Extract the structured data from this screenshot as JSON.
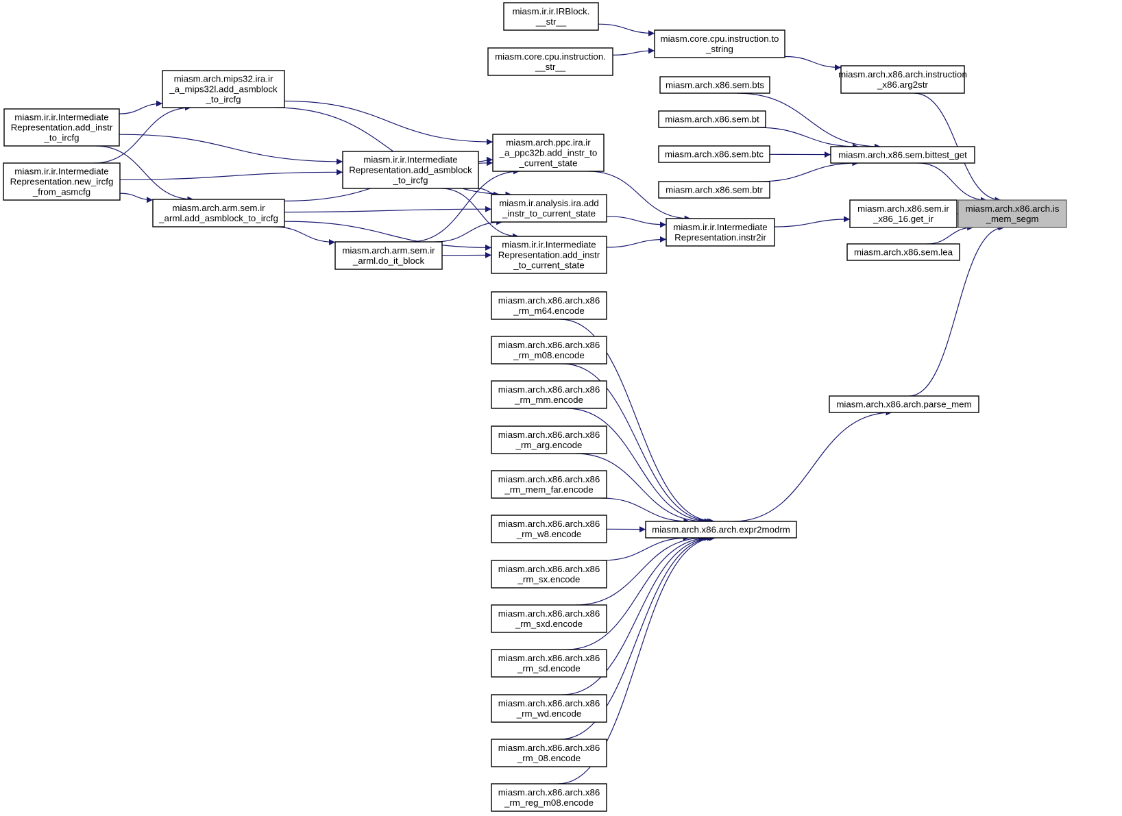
{
  "nodes": [
    {
      "id": "root",
      "lines": [
        "miasm.arch.x86.arch.is",
        "_mem_segm"
      ],
      "root": true
    },
    {
      "id": "irblock_str",
      "lines": [
        "miasm.ir.ir.IRBlock.",
        "__str__"
      ]
    },
    {
      "id": "cpu_instr_str",
      "lines": [
        "miasm.core.cpu.instruction.",
        "__str__"
      ]
    },
    {
      "id": "cpu_to_string",
      "lines": [
        "miasm.core.cpu.instruction.to",
        "_string"
      ]
    },
    {
      "id": "x86_arg2str",
      "lines": [
        "miasm.arch.x86.arch.instruction",
        "_x86.arg2str"
      ]
    },
    {
      "id": "sem_bts",
      "lines": [
        "miasm.arch.x86.sem.bts"
      ]
    },
    {
      "id": "sem_bt",
      "lines": [
        "miasm.arch.x86.sem.bt"
      ]
    },
    {
      "id": "sem_btc",
      "lines": [
        "miasm.arch.x86.sem.btc"
      ]
    },
    {
      "id": "sem_btr",
      "lines": [
        "miasm.arch.x86.sem.btr"
      ]
    },
    {
      "id": "bittest_get",
      "lines": [
        "miasm.arch.x86.sem.bittest_get"
      ]
    },
    {
      "id": "get_ir",
      "lines": [
        "miasm.arch.x86.sem.ir",
        "_x86_16.get_ir"
      ]
    },
    {
      "id": "sem_lea",
      "lines": [
        "miasm.arch.x86.sem.lea"
      ]
    },
    {
      "id": "instr2ir",
      "lines": [
        "miasm.ir.ir.Intermediate",
        "Representation.instr2ir"
      ]
    },
    {
      "id": "parse_mem",
      "lines": [
        "miasm.arch.x86.arch.parse_mem"
      ]
    },
    {
      "id": "expr2modrm",
      "lines": [
        "miasm.arch.x86.arch.expr2modrm"
      ]
    },
    {
      "id": "mips_add",
      "lines": [
        "miasm.arch.mips32.ira.ir",
        "_a_mips32l.add_asmblock",
        "_to_ircfg"
      ]
    },
    {
      "id": "ppc_add",
      "lines": [
        "miasm.arch.ppc.ira.ir",
        "_a_ppc32b.add_instr_to",
        "_current_state"
      ]
    },
    {
      "id": "ir_add_instr_ircfg",
      "lines": [
        "miasm.ir.ir.Intermediate",
        "Representation.add_instr",
        "_to_ircfg"
      ]
    },
    {
      "id": "ir_new_ircfg",
      "lines": [
        "miasm.ir.ir.Intermediate",
        "Representation.new_ircfg",
        "_from_asmcfg"
      ]
    },
    {
      "id": "ir_add_asmblock",
      "lines": [
        "miasm.ir.ir.Intermediate",
        "Representation.add_asmblock",
        "_to_ircfg"
      ]
    },
    {
      "id": "arm_add_asmblock",
      "lines": [
        "miasm.arch.arm.sem.ir",
        "_arml.add_asmblock_to_ircfg"
      ]
    },
    {
      "id": "ira_add_instr",
      "lines": [
        "miasm.ir.analysis.ira.add",
        "_instr_to_current_state"
      ]
    },
    {
      "id": "arm_do_it",
      "lines": [
        "miasm.arch.arm.sem.ir",
        "_arml.do_it_block"
      ]
    },
    {
      "id": "ir_add_instr_state",
      "lines": [
        "miasm.ir.ir.Intermediate",
        "Representation.add_instr",
        "_to_current_state"
      ]
    },
    {
      "id": "rm_m64",
      "lines": [
        "miasm.arch.x86.arch.x86",
        "_rm_m64.encode"
      ]
    },
    {
      "id": "rm_m08",
      "lines": [
        "miasm.arch.x86.arch.x86",
        "_rm_m08.encode"
      ]
    },
    {
      "id": "rm_mm",
      "lines": [
        "miasm.arch.x86.arch.x86",
        "_rm_mm.encode"
      ]
    },
    {
      "id": "rm_arg",
      "lines": [
        "miasm.arch.x86.arch.x86",
        "_rm_arg.encode"
      ]
    },
    {
      "id": "rm_mem_far",
      "lines": [
        "miasm.arch.x86.arch.x86",
        "_rm_mem_far.encode"
      ]
    },
    {
      "id": "rm_w8",
      "lines": [
        "miasm.arch.x86.arch.x86",
        "_rm_w8.encode"
      ]
    },
    {
      "id": "rm_sx",
      "lines": [
        "miasm.arch.x86.arch.x86",
        "_rm_sx.encode"
      ]
    },
    {
      "id": "rm_sxd",
      "lines": [
        "miasm.arch.x86.arch.x86",
        "_rm_sxd.encode"
      ]
    },
    {
      "id": "rm_sd",
      "lines": [
        "miasm.arch.x86.arch.x86",
        "_rm_sd.encode"
      ]
    },
    {
      "id": "rm_wd",
      "lines": [
        "miasm.arch.x86.arch.x86",
        "_rm_wd.encode"
      ]
    },
    {
      "id": "rm_08",
      "lines": [
        "miasm.arch.x86.arch.x86",
        "_rm_08.encode"
      ]
    },
    {
      "id": "rm_reg_m08",
      "lines": [
        "miasm.arch.x86.arch.x86",
        "_rm_reg_m08.encode"
      ]
    }
  ],
  "edges": [
    {
      "from": "x86_arg2str",
      "to": "root"
    },
    {
      "from": "bittest_get",
      "to": "root"
    },
    {
      "from": "get_ir",
      "to": "root"
    },
    {
      "from": "sem_lea",
      "to": "root"
    },
    {
      "from": "parse_mem",
      "to": "root"
    },
    {
      "from": "cpu_to_string",
      "to": "x86_arg2str"
    },
    {
      "from": "irblock_str",
      "to": "cpu_to_string"
    },
    {
      "from": "cpu_instr_str",
      "to": "cpu_to_string"
    },
    {
      "from": "sem_bts",
      "to": "bittest_get"
    },
    {
      "from": "sem_bt",
      "to": "bittest_get"
    },
    {
      "from": "sem_btc",
      "to": "bittest_get"
    },
    {
      "from": "sem_btr",
      "to": "bittest_get"
    },
    {
      "from": "instr2ir",
      "to": "get_ir"
    },
    {
      "from": "ppc_add",
      "to": "instr2ir"
    },
    {
      "from": "ira_add_instr",
      "to": "instr2ir"
    },
    {
      "from": "ir_add_instr_state",
      "to": "instr2ir"
    },
    {
      "from": "expr2modrm",
      "to": "parse_mem"
    },
    {
      "from": "mips_add",
      "to": "ppc_add"
    },
    {
      "from": "ir_add_asmblock",
      "to": "ppc_add"
    },
    {
      "from": "arm_do_it",
      "to": "ppc_add"
    },
    {
      "from": "arm_add_asmblock",
      "to": "ppc_add"
    },
    {
      "from": "mips_add",
      "to": "ira_add_instr"
    },
    {
      "from": "ir_add_asmblock",
      "to": "ira_add_instr"
    },
    {
      "from": "arm_add_asmblock",
      "to": "ira_add_instr"
    },
    {
      "from": "arm_do_it",
      "to": "ira_add_instr"
    },
    {
      "from": "ir_add_asmblock",
      "to": "ir_add_instr_state"
    },
    {
      "from": "arm_do_it",
      "to": "ir_add_instr_state"
    },
    {
      "from": "arm_add_asmblock",
      "to": "ir_add_instr_state"
    },
    {
      "from": "ir_add_instr_ircfg",
      "to": "mips_add"
    },
    {
      "from": "ir_new_ircfg",
      "to": "mips_add"
    },
    {
      "from": "ir_add_instr_ircfg",
      "to": "ir_add_asmblock"
    },
    {
      "from": "ir_new_ircfg",
      "to": "ir_add_asmblock"
    },
    {
      "from": "ir_add_instr_ircfg",
      "to": "arm_add_asmblock"
    },
    {
      "from": "ir_new_ircfg",
      "to": "arm_add_asmblock"
    },
    {
      "from": "arm_add_asmblock",
      "to": "arm_do_it"
    },
    {
      "from": "rm_m64",
      "to": "expr2modrm"
    },
    {
      "from": "rm_m08",
      "to": "expr2modrm"
    },
    {
      "from": "rm_mm",
      "to": "expr2modrm"
    },
    {
      "from": "rm_arg",
      "to": "expr2modrm"
    },
    {
      "from": "rm_mem_far",
      "to": "expr2modrm"
    },
    {
      "from": "rm_w8",
      "to": "expr2modrm"
    },
    {
      "from": "rm_sx",
      "to": "expr2modrm"
    },
    {
      "from": "rm_sxd",
      "to": "expr2modrm"
    },
    {
      "from": "rm_sd",
      "to": "expr2modrm"
    },
    {
      "from": "rm_wd",
      "to": "expr2modrm"
    },
    {
      "from": "rm_08",
      "to": "expr2modrm"
    },
    {
      "from": "rm_reg_m08",
      "to": "expr2modrm"
    }
  ],
  "colors": {
    "edge": "#191970",
    "root_fill": "#bfbfbf",
    "node_stroke": "#000000"
  }
}
